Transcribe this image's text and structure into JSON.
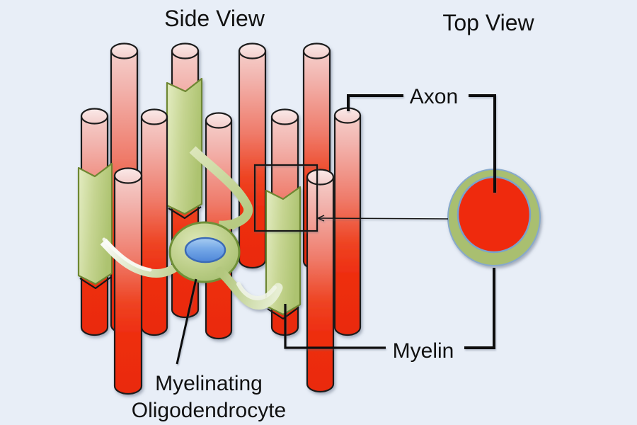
{
  "diagram": {
    "type": "biology-illustration",
    "subject": "Myelinating oligodendrocyte wrapping axons with myelin",
    "titles": {
      "side_view": "Side View",
      "top_view": "Top View"
    },
    "labels": {
      "axon": "Axon",
      "myelin": "Myelin",
      "oligodendrocyte_line1": "Myelinating",
      "oligodendrocyte_line2": "Oligodendrocyte"
    },
    "side_view": {
      "axon_cylinder_count": 11,
      "myelin_sheath_count": 3,
      "has_highlight_box": true
    },
    "top_view": {
      "structure": "cross-section of axon wrapped by myelin ring"
    },
    "colors": {
      "background": "#e8eef7",
      "axon_red": "#ee2d11",
      "axon_pink_top": "#f5cfcb",
      "axon_cap": "#f6dbd9",
      "myelin_green_light": "#e4edc3",
      "myelin_green_dark": "#adc370",
      "myelin_border": "#6e8732",
      "myelin_ring_top_view": "#a9bf70",
      "ring_border_blue": "#87a9cb",
      "cell_body_green": "#bccE88",
      "cell_border": "#6f9038",
      "nucleus_blue": "#4e86d8",
      "nucleus_border": "#3a6bb6",
      "annotation_black": "#111111"
    }
  }
}
